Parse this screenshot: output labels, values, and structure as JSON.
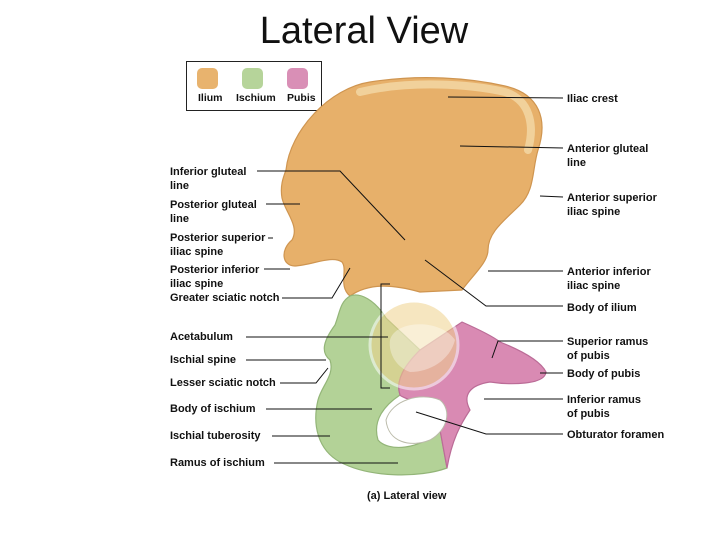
{
  "title": "Lateral View",
  "legend": [
    {
      "label": "Ilium",
      "color": "#e8b36e"
    },
    {
      "label": "Ischium",
      "color": "#b6d49a"
    },
    {
      "label": "Pubis",
      "color": "#d98fb6"
    }
  ],
  "labels_left": {
    "inferior_gluteal_line": [
      "Inferior gluteal",
      "line"
    ],
    "posterior_gluteal_line": [
      "Posterior gluteal",
      "line"
    ],
    "posterior_superior_iliac_spine": [
      "Posterior superior",
      "iliac spine"
    ],
    "posterior_inferior_iliac_spine": [
      "Posterior inferior",
      "iliac spine"
    ],
    "greater_sciatic_notch": [
      "Greater sciatic notch"
    ],
    "acetabulum": [
      "Acetabulum"
    ],
    "ischial_spine": [
      "Ischial spine"
    ],
    "lesser_sciatic_notch": [
      "Lesser sciatic notch"
    ],
    "body_of_ischium": [
      "Body of ischium"
    ],
    "ischial_tuberosity": [
      "Ischial tuberosity"
    ],
    "ramus_of_ischium": [
      "Ramus of ischium"
    ]
  },
  "labels_right": {
    "iliac_crest": [
      "Iliac crest"
    ],
    "anterior_gluteal_line": [
      "Anterior gluteal",
      "line"
    ],
    "anterior_superior_iliac_spine": [
      "Anterior superior",
      "iliac spine"
    ],
    "anterior_inferior_iliac_spine": [
      "Anterior inferior",
      "iliac spine"
    ],
    "body_of_ilium": [
      "Body of ilium"
    ],
    "superior_ramus_of_pubis": [
      "Superior ramus",
      "of pubis"
    ],
    "body_of_pubis": [
      "Body of pubis"
    ],
    "inferior_ramus_of_pubis": [
      "Inferior ramus",
      "of pubis"
    ],
    "obturator_foramen": [
      "Obturator foramen"
    ]
  },
  "caption": "(a) Lateral view"
}
